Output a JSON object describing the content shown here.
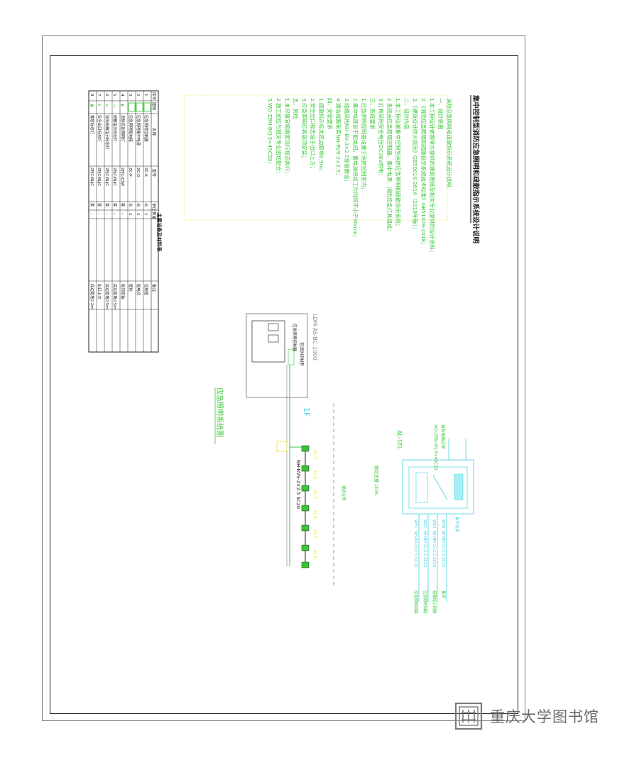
{
  "title": "集中控制型消防应急照明和疏散指示系统设计说明",
  "notes": [
    "消防应急照明和疏散指示系统设计说明",
    "一、设计依据",
    "1.本工程设计依据甲方提供的建筑图纸及相关专业提供的设计资料；",
    "2.《消防应急照明和疏散指示系统技术标准》GB51309-2018；",
    "3.《建筑设计防火规范》GB50016-2014（2018年版）；",
    "二、设计内容",
    "1.本工程设置集中控制型消防应急照明和疏散指示系统；",
    "2.系统由应急照明控制器、集中电源、消防应急灯具组成；",
    "3.灯具采用安全电压DC36V供电；",
    "三、系统要求",
    "1.应急照明控制器设置于消防控制室内；",
    "2.集中电源设于配电间，蓄电池持续工作时间不小于90min；",
    "3.线路采用NH-BV-3×2.5穿管敷设；",
    "4.通信线路采用NH-RVS-2×2.5；",
    "四、安装要求",
    "1.疏散指示标志底边距地0.5m；",
    "2.安全出口标志设于出口上方；",
    "3.应急照明灯具吸顶安装；",
    "五、其他",
    "1.未尽事宜按国家现行规范执行；",
    "2.施工前应与相关专业密切配合；",
    "3.WD-ZBN-BYJ-3×4SC20；"
  ],
  "legend": {
    "title": "主要设备及材料表",
    "headers": [
      "序号",
      "图例",
      "名称",
      "型号",
      "单位",
      "数量",
      "备注"
    ],
    "rows": [
      [
        "1",
        "▭",
        "应急照明控制器",
        "ZC-K",
        "台",
        "1",
        "控制室"
      ],
      [
        "2",
        "▭",
        "应急照明集中电源",
        "ZC-D",
        "台",
        "1",
        "配电间"
      ],
      [
        "3",
        "▭",
        "应急照明配电箱",
        "ZC-P",
        "台",
        "1",
        "壁挂"
      ],
      [
        "4",
        "◐",
        "消防应急照明灯",
        "ZFJC-E3W",
        "套",
        "-",
        "吸顶安装"
      ],
      [
        "5",
        "→",
        "疏散指示标志灯",
        "ZFJC-BLJC",
        "套",
        "-",
        "底边距地0.5m"
      ],
      [
        "6",
        "⇄",
        "双向疏散指示标志灯",
        "ZFJC-BLJC",
        "套",
        "-",
        "底边距地0.5m"
      ],
      [
        "7",
        "E",
        "安全出口标志灯",
        "ZFJC-BLJC",
        "套",
        "-",
        "出口上方"
      ],
      [
        "8",
        "▣",
        "楼层标志灯",
        "ZFJC-BLJC",
        "套",
        "-",
        "底边距地2.2m"
      ]
    ]
  },
  "system_diagram": {
    "title": "应急照明系统图",
    "floor_label": "1F",
    "controller_model": "LDM-AS-BC-1000",
    "source_label": "至消防控制室",
    "panel_label": "应急照明控制器",
    "cable_label": "NH-RVS-2×2.5 SC20",
    "branch_labels": [
      "A1-1",
      "A1-2",
      "A1-3",
      "A1-4",
      "A1-5",
      "A1-6"
    ],
    "dashed_note": "楼层分界"
  },
  "distribution_box": {
    "label": "AL-1EL",
    "incoming": [
      "自配电箱引来",
      "WD-ZBN-BYJ-3×4SC20"
    ],
    "breaker_label": "集中电源",
    "outgoing": [
      {
        "circuit": "WE1",
        "cable": "NH-BV-3×2.5 SC20",
        "dest": "应急照明回路"
      },
      {
        "circuit": "WE2",
        "cable": "NH-BV-3×2.5 SC20",
        "dest": "应急照明回路"
      },
      {
        "circuit": "WE3",
        "cable": "NH-BV-3×2.5 SC20",
        "dest": "疏散指示回路"
      },
      {
        "circuit": "WE4",
        "cable": "NH-BV-3×2.5 SC20",
        "dest": "备用"
      }
    ],
    "capacity": "额定容量 1kVA"
  },
  "watermark": "重庆大学图书馆",
  "colors": {
    "cad_green": "#35c735",
    "cad_cyan": "#43d3e0",
    "cad_yellow": "#e7df3a",
    "cad_gray": "#8a8a8a",
    "ink": "#222222"
  }
}
